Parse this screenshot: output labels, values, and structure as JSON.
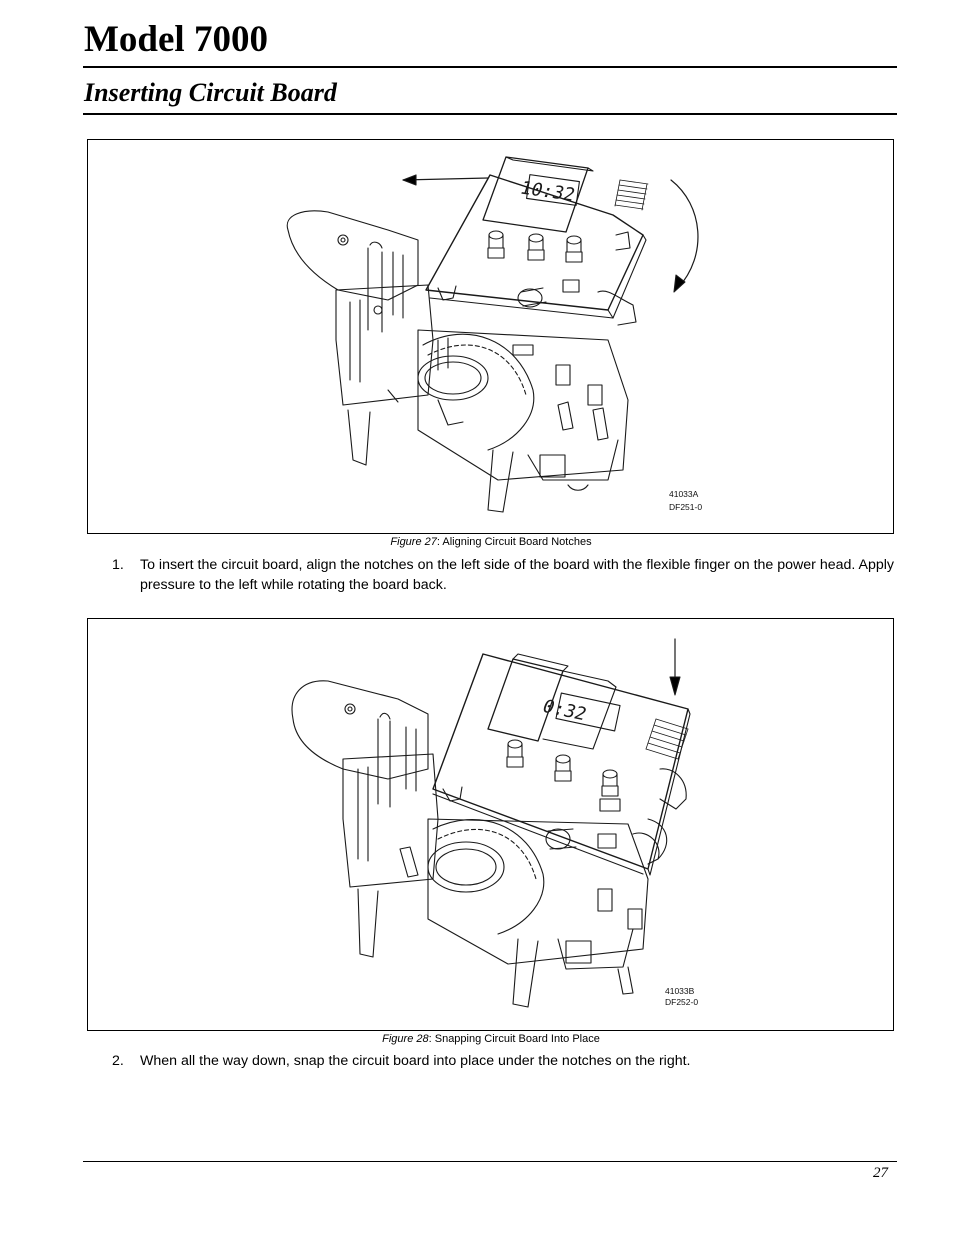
{
  "header": {
    "title": "Model 7000",
    "section_title": "Inserting Circuit Board"
  },
  "figures": [
    {
      "label": "Figure 27",
      "caption": ": Aligning Circuit Board Notches",
      "drawing_codes": [
        "41033A",
        "DF251-0"
      ],
      "display_reading": "10:32"
    },
    {
      "label": "Figure 28",
      "caption": ": Snapping Circuit Board Into Place",
      "drawing_codes": [
        "41033B",
        "DF252-0"
      ],
      "display_reading": "0:32"
    }
  ],
  "steps": [
    {
      "number": "1.",
      "text": "To insert the circuit board, align the notches on the left side of the board with the flexible finger on the power head. Apply pressure to the left while rotating the board back."
    },
    {
      "number": "2.",
      "text": "When all the way down, snap the circuit board into place under the notches on the right."
    }
  ],
  "footer": {
    "page_number": "27"
  }
}
